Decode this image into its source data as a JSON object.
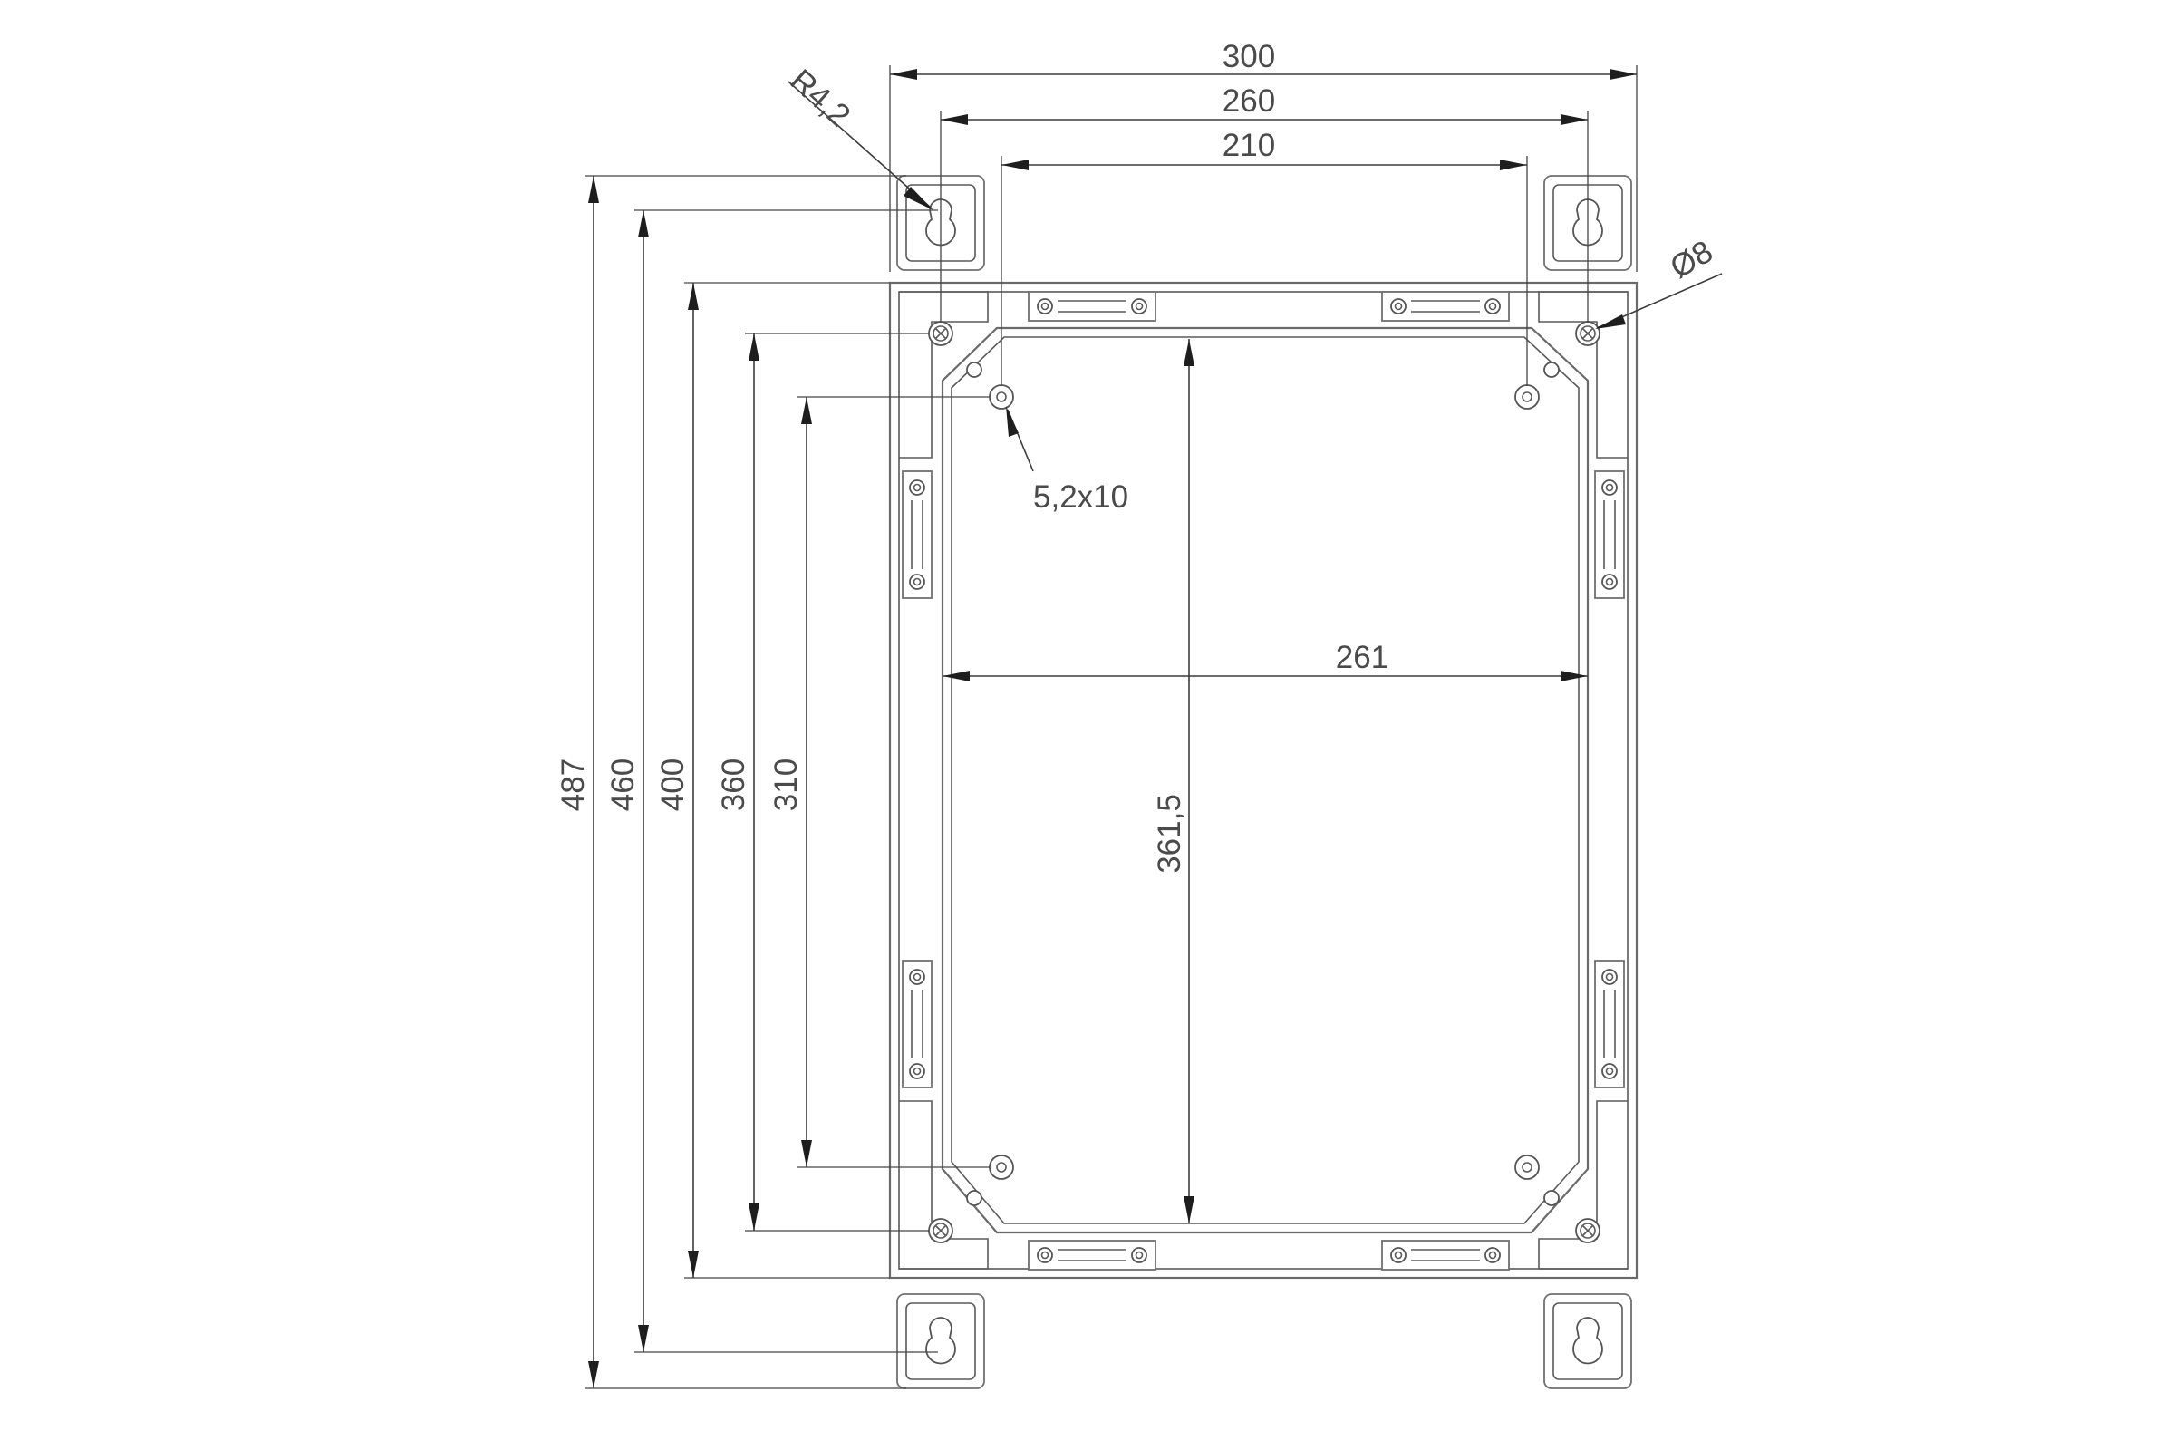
{
  "dimensions": {
    "overall_width": "300",
    "mount_hole_spacing_x": "260",
    "inner_bracket_spacing_x": "210",
    "inner_width": "261",
    "overall_height": "487",
    "keyhole_spacing_y": "460",
    "frame_height": "400",
    "mount_hole_spacing_y": "360",
    "plate_hole_spacing_y": "310",
    "inner_height": "361,5"
  },
  "callouts": {
    "keyhole_radius": "R4,2",
    "mount_hole_diameter": "Ø8",
    "slot_size": "5,2x10"
  }
}
